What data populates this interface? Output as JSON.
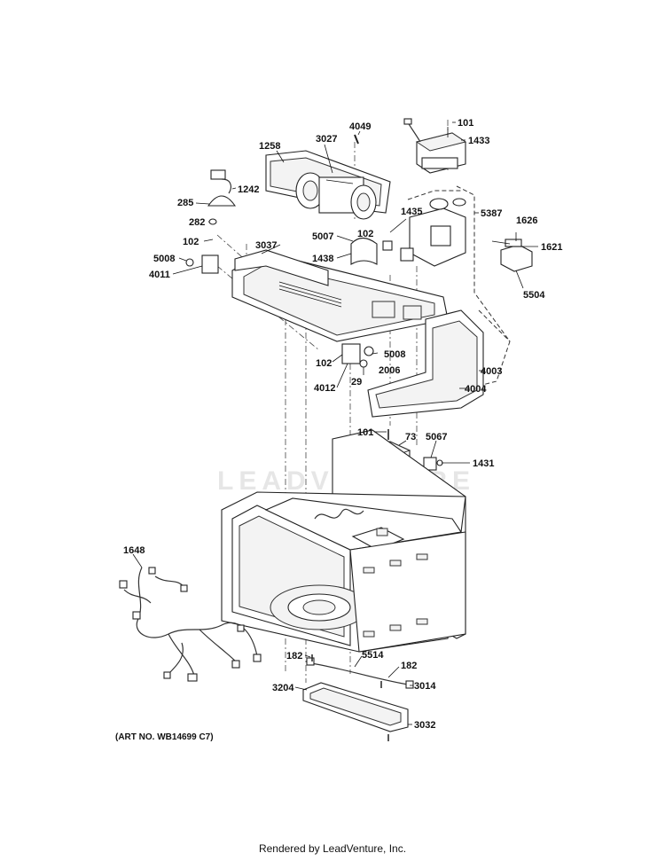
{
  "diagram": {
    "watermark": "LEADVENTURE",
    "art_number": "(ART NO. WB14699 C7)",
    "footer": "Rendered by LeadVenture, Inc.",
    "callouts": [
      {
        "id": "c-101-top",
        "label": "101"
      },
      {
        "id": "c-1433",
        "label": "1433"
      },
      {
        "id": "c-4049",
        "label": "4049"
      },
      {
        "id": "c-3027",
        "label": "3027"
      },
      {
        "id": "c-1258",
        "label": "1258"
      },
      {
        "id": "c-1242",
        "label": "1242"
      },
      {
        "id": "c-285",
        "label": "285"
      },
      {
        "id": "c-282",
        "label": "282"
      },
      {
        "id": "c-5387",
        "label": "5387"
      },
      {
        "id": "c-1435",
        "label": "1435"
      },
      {
        "id": "c-1626",
        "label": "1626"
      },
      {
        "id": "c-1621",
        "label": "1621"
      },
      {
        "id": "c-5504",
        "label": "5504"
      },
      {
        "id": "c-102-a",
        "label": "102"
      },
      {
        "id": "c-3037",
        "label": "3037"
      },
      {
        "id": "c-5008-a",
        "label": "5008"
      },
      {
        "id": "c-4011",
        "label": "4011"
      },
      {
        "id": "c-5007",
        "label": "5007"
      },
      {
        "id": "c-102-b",
        "label": "102"
      },
      {
        "id": "c-1438",
        "label": "1438"
      },
      {
        "id": "c-102-c",
        "label": "102"
      },
      {
        "id": "c-5008-b",
        "label": "5008"
      },
      {
        "id": "c-2006",
        "label": "2006"
      },
      {
        "id": "c-4003",
        "label": "4003"
      },
      {
        "id": "c-4012",
        "label": "4012"
      },
      {
        "id": "c-29",
        "label": "29"
      },
      {
        "id": "c-4004",
        "label": "4004"
      },
      {
        "id": "c-101-mid",
        "label": "101"
      },
      {
        "id": "c-73",
        "label": "73"
      },
      {
        "id": "c-5067",
        "label": "5067"
      },
      {
        "id": "c-1431",
        "label": "1431"
      },
      {
        "id": "c-1648",
        "label": "1648"
      },
      {
        "id": "c-182-a",
        "label": "182"
      },
      {
        "id": "c-5514",
        "label": "5514"
      },
      {
        "id": "c-182-b",
        "label": "182"
      },
      {
        "id": "c-3204",
        "label": "3204"
      },
      {
        "id": "c-3014",
        "label": "3014"
      },
      {
        "id": "c-3032",
        "label": "3032"
      }
    ]
  }
}
